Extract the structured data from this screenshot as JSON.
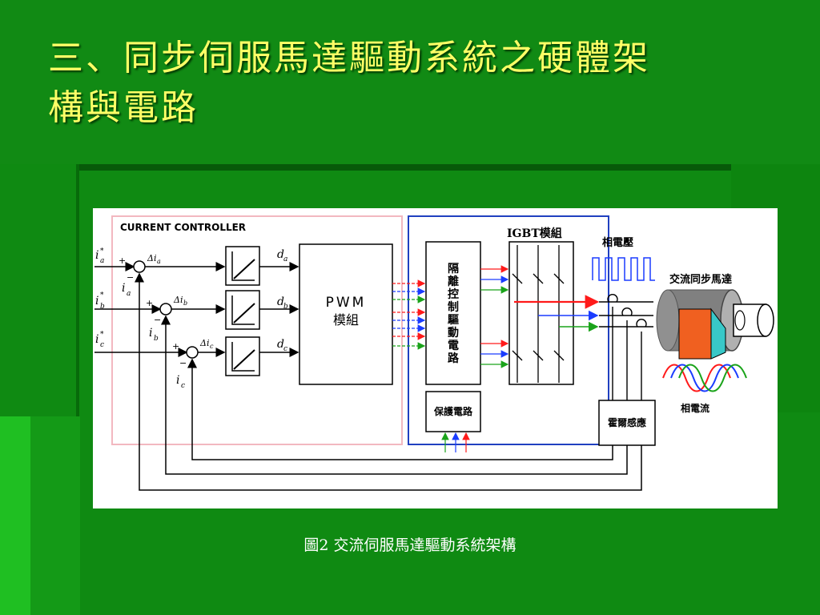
{
  "slide": {
    "title_line1": "三、同步伺服馬達驅動系統之硬體架",
    "title_line2": "構與電路"
  },
  "diagram": {
    "current_controller_label": "CURRENT CONTROLLER",
    "pwm_label": "PWM",
    "pwm_sub": "模組",
    "isolation_chars": [
      "隔",
      "離",
      "控",
      "制",
      "驅",
      "動",
      "電",
      "路"
    ],
    "protection_label": "保護電路",
    "igbt_label": "IGBT模組",
    "phase_voltage_label": "相電壓",
    "motor_label": "交流同步馬達",
    "phase_current_label": "相電流",
    "hall_sensor_label": "霍爾感應",
    "inputs": [
      {
        "sym": "i",
        "sub": "a",
        "sup": "*"
      },
      {
        "sym": "i",
        "sub": "b",
        "sup": "*"
      },
      {
        "sym": "i",
        "sub": "c",
        "sup": "*"
      }
    ],
    "errors": [
      {
        "sym": "Δi",
        "sub": "a"
      },
      {
        "sym": "Δi",
        "sub": "b"
      },
      {
        "sym": "Δi",
        "sub": "c"
      }
    ],
    "feedbacks": [
      {
        "sym": "i",
        "sub": "a"
      },
      {
        "sym": "i",
        "sub": "b"
      },
      {
        "sym": "i",
        "sub": "c"
      }
    ],
    "duties": [
      {
        "sym": "d",
        "sub": "a"
      },
      {
        "sym": "d",
        "sub": "b"
      },
      {
        "sym": "d",
        "sub": "c"
      }
    ],
    "plus": "+",
    "minus": "−",
    "colors": {
      "controller_border": "#f2b8c0",
      "driver_border": "#2040c0",
      "red": "#ff1a1a",
      "blue": "#1a3cff",
      "green": "#1aa31a",
      "motor_box": "#f06020",
      "motor_body": "#808080"
    }
  },
  "caption": "圖2  交流伺服馬達驅動系統架構"
}
